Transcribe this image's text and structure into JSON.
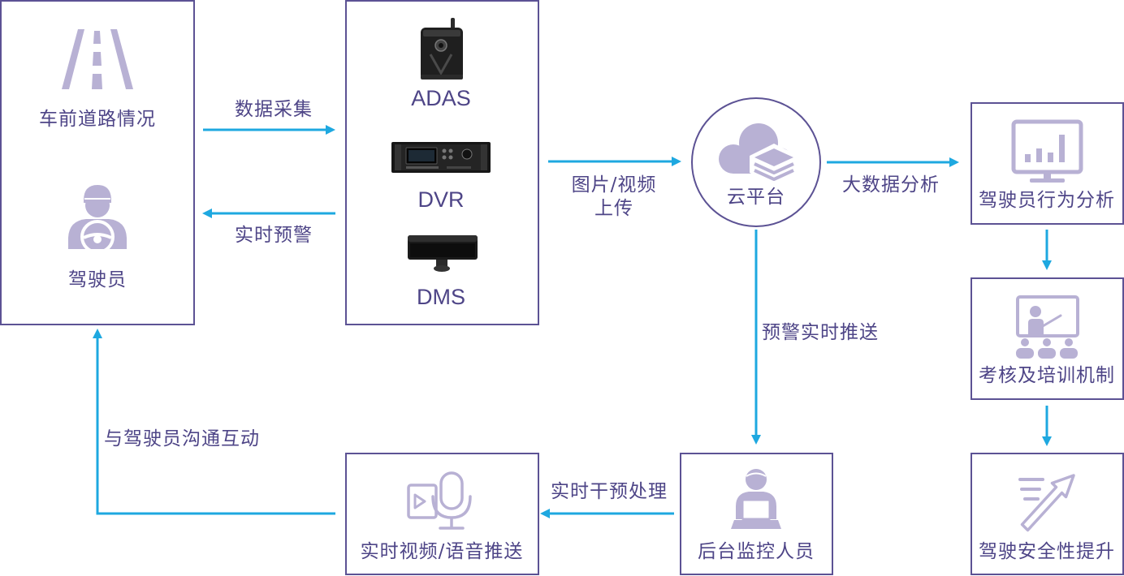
{
  "colors": {
    "border": "#5c5294",
    "text": "#4e4587",
    "icon": "#b8b1d4",
    "arrow": "#1ea8e0"
  },
  "source_box": {
    "road_label": "车前道路情况",
    "road_icon": "road-icon",
    "driver_label": "驾驶员",
    "driver_icon": "driver-icon"
  },
  "devices": {
    "adas": "ADAS",
    "dvr": "DVR",
    "dms": "DMS"
  },
  "flow_labels": {
    "data_collection": "数据采集",
    "realtime_warning": "实时预警",
    "upload_line1": "图片/视频",
    "upload_line2": "上传",
    "big_data_analysis": "大数据分析",
    "warning_push": "预警实时推送",
    "intervention": "实时干预处理",
    "driver_interaction": "与驾驶员沟通互动"
  },
  "cloud": {
    "label": "云平台",
    "icon": "cloud-icon"
  },
  "analysis_steps": [
    {
      "label": "驾驶员行为分析",
      "icon": "chart-monitor-icon"
    },
    {
      "label": "考核及培训机制",
      "icon": "training-icon"
    },
    {
      "label": "驾驶安全性提升",
      "icon": "safety-arrow-icon"
    }
  ],
  "monitor_staff": {
    "label": "后台监控人员",
    "icon": "monitor-staff-icon"
  },
  "video_push": {
    "label": "实时视频/语音推送",
    "icon": "video-voice-icon"
  }
}
